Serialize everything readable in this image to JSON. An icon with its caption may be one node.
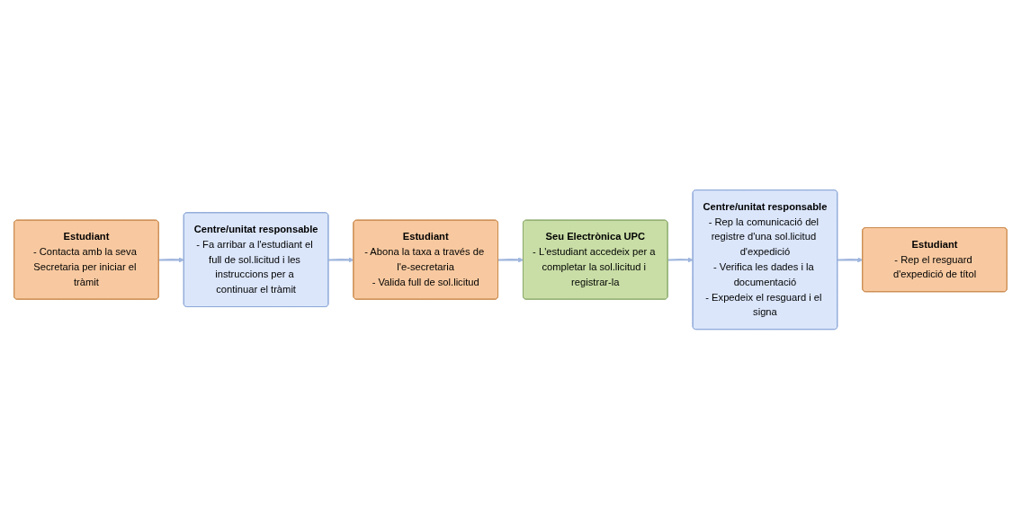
{
  "diagram": {
    "nodes": [
      {
        "text": [
          "Estudiant",
          "- Contacta amb la seva Secretaria per iniciar el tràmit"
        ]
      },
      {
        "text": [
          "Centre/unitat responsable",
          "- Fa arribar a l'estudiant el full de sol.licitud i les instruccions per a continuar el tràmit"
        ]
      },
      {
        "text": [
          "Estudiant",
          "- Abona la taxa a través de l'e-secretaria",
          "- Valida full de sol.licitud"
        ]
      },
      {
        "text": [
          "Seu Electrònica UPC",
          "- L'estudiant accedeix per a completar la sol.licitud i registrar-la"
        ]
      },
      {
        "text": [
          "Centre/unitat responsable",
          "- Rep la comunicació del registre d'una sol.licitud d'expedició",
          "- Verifica les dades i la documentació",
          "- Expedeix el resguard i el signa"
        ]
      },
      {
        "text": [
          "Estudiant",
          "- Rep el resguard d'expedició de títol"
        ]
      }
    ],
    "edges": [
      {
        "from": 0,
        "to": 1,
        "arrow": "to"
      },
      {
        "from": 1,
        "to": 2,
        "arrow": "to"
      },
      {
        "from": 2,
        "to": 3,
        "arrow": "to"
      },
      {
        "from": 3,
        "to": 4,
        "arrow": "to"
      },
      {
        "from": 4,
        "to": 5,
        "arrow": "to"
      }
    ]
  }
}
